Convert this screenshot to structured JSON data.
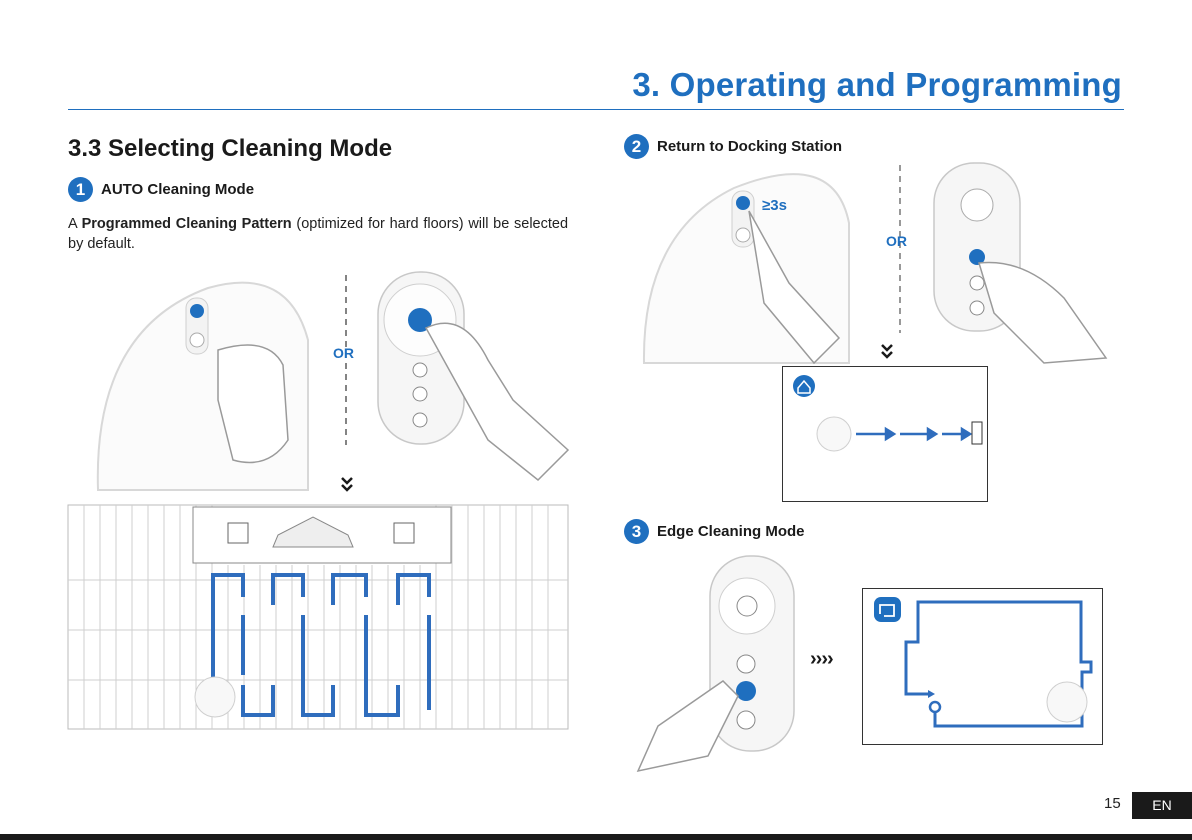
{
  "header": {
    "title": "3. Operating and Programming"
  },
  "section": {
    "title": "3.3 Selecting Cleaning Mode"
  },
  "steps": [
    {
      "number": "1",
      "title": "AUTO Cleaning Mode"
    },
    {
      "number": "2",
      "title": "Return to Docking Station"
    },
    {
      "number": "3",
      "title": "Edge Cleaning Mode"
    }
  ],
  "auto_description": {
    "prefix": "A ",
    "bold": "Programmed Cleaning Pattern",
    "suffix": " (optimized for hard floors) will be selected by default."
  },
  "labels": {
    "or": "OR",
    "hold": "≥3s",
    "arrows": "››››"
  },
  "footer": {
    "page_number": "15",
    "language": "EN"
  },
  "colors": {
    "accent": "#1f6fbf",
    "path": "#2f6dbd",
    "dark": "#1a1a1a"
  },
  "icons": [
    "power-icon",
    "spot-icon",
    "play-pause-icon",
    "home-icon",
    "edge-icon",
    "spot-clean-icon",
    "hand-icon",
    "robot-vacuum-icon",
    "docking-station-icon",
    "double-chevron-down-icon"
  ]
}
